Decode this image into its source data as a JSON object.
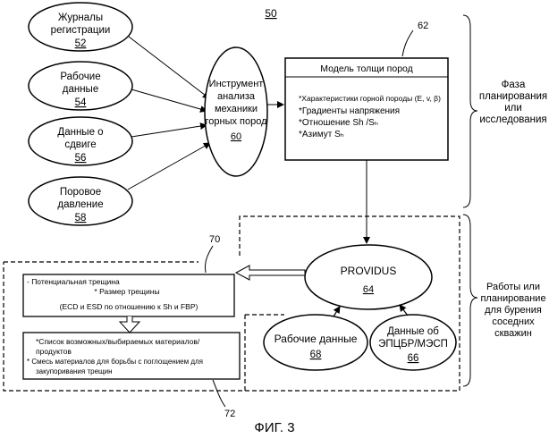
{
  "ref_main": "50",
  "inputs": [
    {
      "lines": [
        "Журналы",
        "регистрации"
      ],
      "num": "52"
    },
    {
      "lines": [
        "Рабочие",
        "данные"
      ],
      "num": "54"
    },
    {
      "lines": [
        "Данные о",
        "сдвиге"
      ],
      "num": "56"
    },
    {
      "lines": [
        "Поровое",
        "давление"
      ],
      "num": "58"
    }
  ],
  "tool": {
    "lines": [
      "Инструмент",
      "анализа",
      "механики",
      "горных пород"
    ],
    "num": "60"
  },
  "model": {
    "ref": "62",
    "title": "Модель толщи пород",
    "items": [
      "*Характеристики горной породы (E, v, β)",
      "*Градиенты напряжения",
      "*Отношение Sh /Sₕ",
      "*Азимут Sₕ"
    ]
  },
  "phase_planning": [
    "Фаза",
    "планирования",
    "или",
    "исследования"
  ],
  "phase_work": [
    "Работы или",
    "планирование",
    "для бурения",
    "соседних",
    "скважин"
  ],
  "providus": {
    "label": "PROVIDUS",
    "num": "64"
  },
  "work_data": {
    "lines": [
      "Рабочие данные"
    ],
    "num": "68"
  },
  "ecd_data": {
    "lines": [
      "Данные об",
      "ЭПЦБР/МЭСП"
    ],
    "num": "66"
  },
  "crack_box": {
    "line1": "- Потенциальная трещина",
    "line2": "* Размер трещины",
    "line3": "(ECD и ESD по отношению к Sh и FBP)"
  },
  "materials_box": {
    "lines": [
      "*Список возможных/выбираемых материалов/",
      "продуктов",
      "*   Смесь материалов для борьбы с поглощением для",
      "закупоривания трещин"
    ]
  },
  "ref_70": "70",
  "ref_72": "72",
  "caption": "ФИГ. 3"
}
